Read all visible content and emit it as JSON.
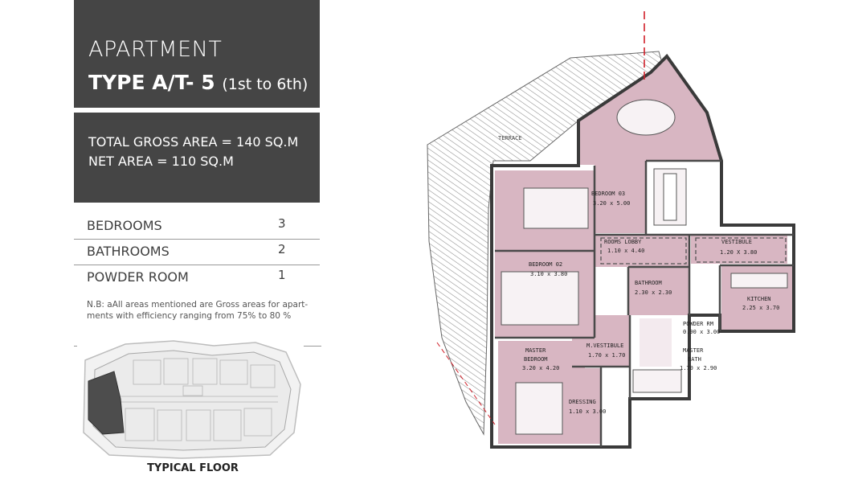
{
  "header": {
    "title_line1": "APARTMENT",
    "title_type": "TYPE A/T- 5",
    "title_floors": "(1st to 6th)"
  },
  "areas": {
    "gross": "TOTAL GROSS AREA = 140 SQ.M",
    "net": "NET AREA = 110 SQ.M"
  },
  "specs": [
    {
      "label": "BEDROOMS",
      "value": "3"
    },
    {
      "label": "BATHROOMS",
      "value": "2"
    },
    {
      "label": "POWDER ROOM",
      "value": "1"
    }
  ],
  "note": "N.B: aAll areas mentioned are Gross areas for apart- ments with efficiency ranging from 75% to 80 %",
  "typical_floor_label": "TYPICAL FLOOR",
  "plan": {
    "terrace": "TERRACE",
    "bedroom03": {
      "name": "BEDROOM 03",
      "dim": "3.20 x 5.00"
    },
    "bedroom02": {
      "name": "BEDROOM 02",
      "dim": "3.10 x 3.80"
    },
    "rooms_lobby": {
      "name": "ROOMS LOBBY",
      "dim": "1.10 x 4.40"
    },
    "vestibule": {
      "name": "VESTIBULE",
      "dim": "1.20 X 3.80"
    },
    "bathroom": {
      "name": "BATHROOM",
      "dim": "2.30 x 2.30"
    },
    "kitchen": {
      "name": "KITCHEN",
      "dim": "2.25 x 3.70"
    },
    "powder_rm": {
      "name": "POWDER RM",
      "dim": "0.90 x 3.00"
    },
    "m_vestibule": {
      "name": "M.VESTIBULE",
      "dim": "1.70 x 1.70"
    },
    "master_bedroom": {
      "name": "MASTER",
      "name2": "BEDROOM",
      "dim": "3.20 x 4.20"
    },
    "master_bath": {
      "name": "MASTER",
      "name2": "BATH",
      "dim": "1.70 x 2.90"
    },
    "dressing": {
      "name": "DRESSING",
      "dim": "1.10 x 3.00"
    }
  },
  "colors": {
    "panel": "#454545",
    "room_fill": "#d8b6c2",
    "accent_line": "#d0202a"
  }
}
